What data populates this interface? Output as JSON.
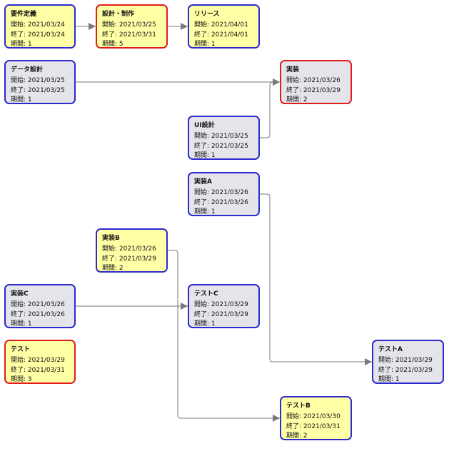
{
  "colors": {
    "yellow_fill": "#ffffa6",
    "gray_fill": "#e4e4ea",
    "blue_border": "#2b2bd0",
    "red_border": "#e21b1b",
    "connector": "#7a7a7a"
  },
  "labels": {
    "start": "開始",
    "end": "終了",
    "duration": "期間"
  },
  "tasks": [
    {
      "id": "t1",
      "name": "要件定義",
      "start": "2021/03/24",
      "end": "2021/03/24",
      "duration": "1",
      "fill": "yellow",
      "highlight": false
    },
    {
      "id": "t2",
      "name": "設計・制作",
      "start": "2021/03/25",
      "end": "2021/03/31",
      "duration": "5",
      "fill": "yellow",
      "highlight": true
    },
    {
      "id": "t3",
      "name": "リリース",
      "start": "2021/04/01",
      "end": "2021/04/01",
      "duration": "1",
      "fill": "yellow",
      "highlight": false
    },
    {
      "id": "t4",
      "name": "データ設計",
      "start": "2021/03/25",
      "end": "2021/03/25",
      "duration": "1",
      "fill": "gray",
      "highlight": false
    },
    {
      "id": "t5",
      "name": "実装",
      "start": "2021/03/26",
      "end": "2021/03/29",
      "duration": "2",
      "fill": "gray",
      "highlight": true
    },
    {
      "id": "t6",
      "name": "UI設計",
      "start": "2021/03/25",
      "end": "2021/03/25",
      "duration": "1",
      "fill": "gray",
      "highlight": false
    },
    {
      "id": "t7",
      "name": "実装A",
      "start": "2021/03/26",
      "end": "2021/03/26",
      "duration": "1",
      "fill": "gray",
      "highlight": false
    },
    {
      "id": "t8",
      "name": "実装B",
      "start": "2021/03/26",
      "end": "2021/03/29",
      "duration": "2",
      "fill": "yellow",
      "highlight": false
    },
    {
      "id": "t9",
      "name": "実装C",
      "start": "2021/03/26",
      "end": "2021/03/26",
      "duration": "1",
      "fill": "gray",
      "highlight": false
    },
    {
      "id": "t10",
      "name": "テストC",
      "start": "2021/03/29",
      "end": "2021/03/29",
      "duration": "1",
      "fill": "gray",
      "highlight": false
    },
    {
      "id": "t11",
      "name": "テスト",
      "start": "2021/03/29",
      "end": "2021/03/31",
      "duration": "3",
      "fill": "yellow",
      "highlight": true
    },
    {
      "id": "t12",
      "name": "テストA",
      "start": "2021/03/29",
      "end": "2021/03/29",
      "duration": "1",
      "fill": "gray",
      "highlight": false
    },
    {
      "id": "t13",
      "name": "テストB",
      "start": "2021/03/30",
      "end": "2021/03/31",
      "duration": "2",
      "fill": "yellow",
      "highlight": false
    }
  ],
  "links": [
    {
      "from": "t1",
      "to": "t2"
    },
    {
      "from": "t2",
      "to": "t3"
    },
    {
      "from": "t4",
      "to": "t5"
    },
    {
      "from": "t6",
      "to": "t5"
    },
    {
      "from": "t7",
      "to": "t12"
    },
    {
      "from": "t8",
      "to": "t13"
    },
    {
      "from": "t9",
      "to": "t10"
    }
  ]
}
